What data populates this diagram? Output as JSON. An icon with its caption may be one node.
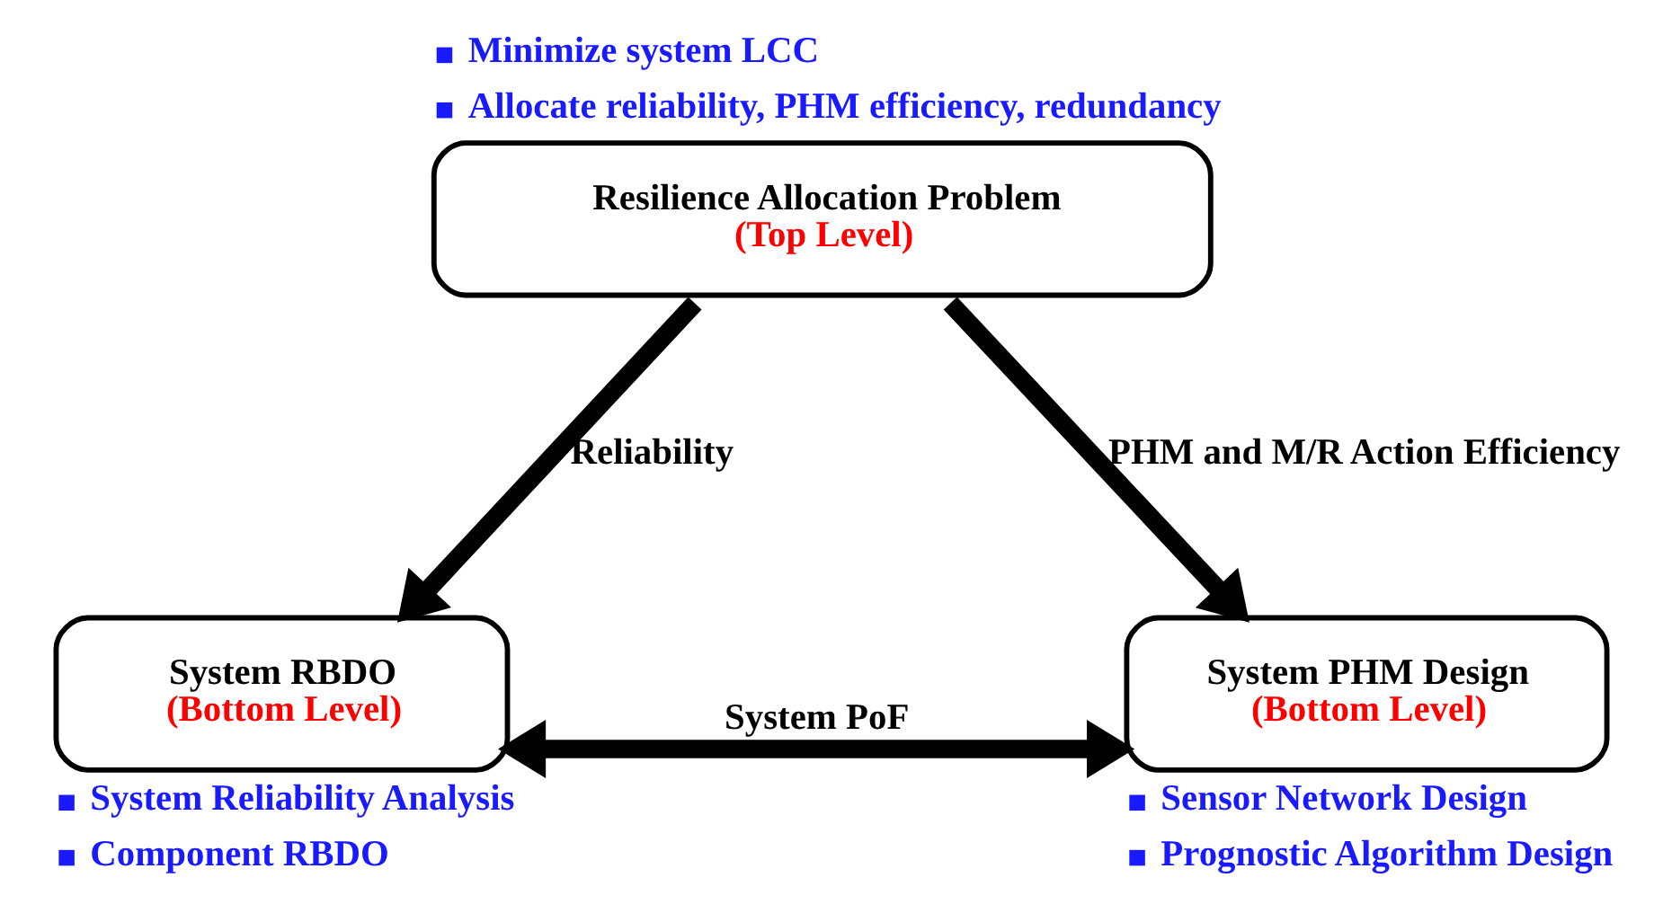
{
  "diagram": {
    "nodes": [
      {
        "text": [
          "Resilience Allocation Problem",
          "(Top Level)"
        ],
        "beside": [
          "Minimize system LCC",
          "Allocate reliability, PHM efficiency, redundancy"
        ]
      },
      {
        "text": [
          "System RBDO",
          "(Bottom Level)"
        ],
        "beside": [
          "System Reliability Analysis",
          "Component RBDO"
        ]
      },
      {
        "text": [
          "System PHM Design",
          "(Bottom Level)"
        ],
        "beside": [
          "Sensor Network Design",
          "Prognostic Algorithm Design"
        ]
      }
    ],
    "edges": [
      {
        "from": 0,
        "to": 1,
        "arrow": "to",
        "label": "Reliability"
      },
      {
        "from": 0,
        "to": 2,
        "arrow": "to",
        "label": "PHM and M/R Action Efficiency"
      },
      {
        "from": 1,
        "to": 2,
        "arrow": "both",
        "label": "System PoF"
      }
    ]
  }
}
